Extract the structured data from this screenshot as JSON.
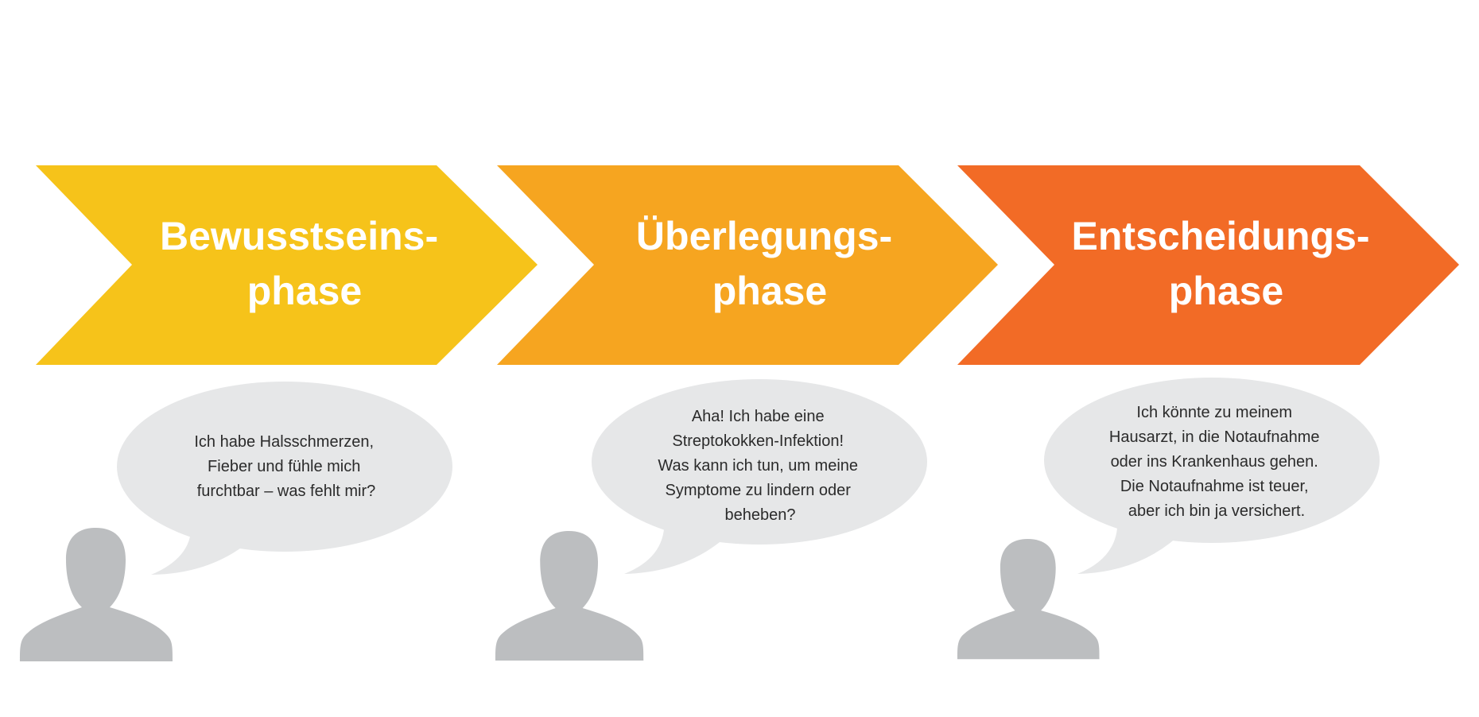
{
  "colors": {
    "phase1": "#F6C31A",
    "phase2": "#F6A520",
    "phase3": "#F26B26",
    "bubble": "#E6E7E8",
    "person": "#BCBEC0"
  },
  "phases": [
    {
      "title": [
        "Bewusstseins-",
        "phase"
      ],
      "quote": [
        "Ich habe Halsschmerzen,",
        "Fieber und fühle mich",
        "furchtbar – was fehlt mir?"
      ]
    },
    {
      "title": [
        "Überlegungs-",
        "phase"
      ],
      "quote": [
        "Aha! Ich habe eine",
        "Streptokokken-Infektion!",
        "Was kann ich tun, um meine",
        "Symptome zu lindern oder",
        "beheben?"
      ]
    },
    {
      "title": [
        "Entscheidungs-",
        "phase"
      ],
      "quote": [
        "Ich könnte zu meinem",
        "Hausarzt, in die Notaufnahme",
        "oder ins Krankenhaus gehen.",
        "Die Notaufnahme ist teuer,",
        "aber ich bin ja versichert."
      ]
    }
  ]
}
